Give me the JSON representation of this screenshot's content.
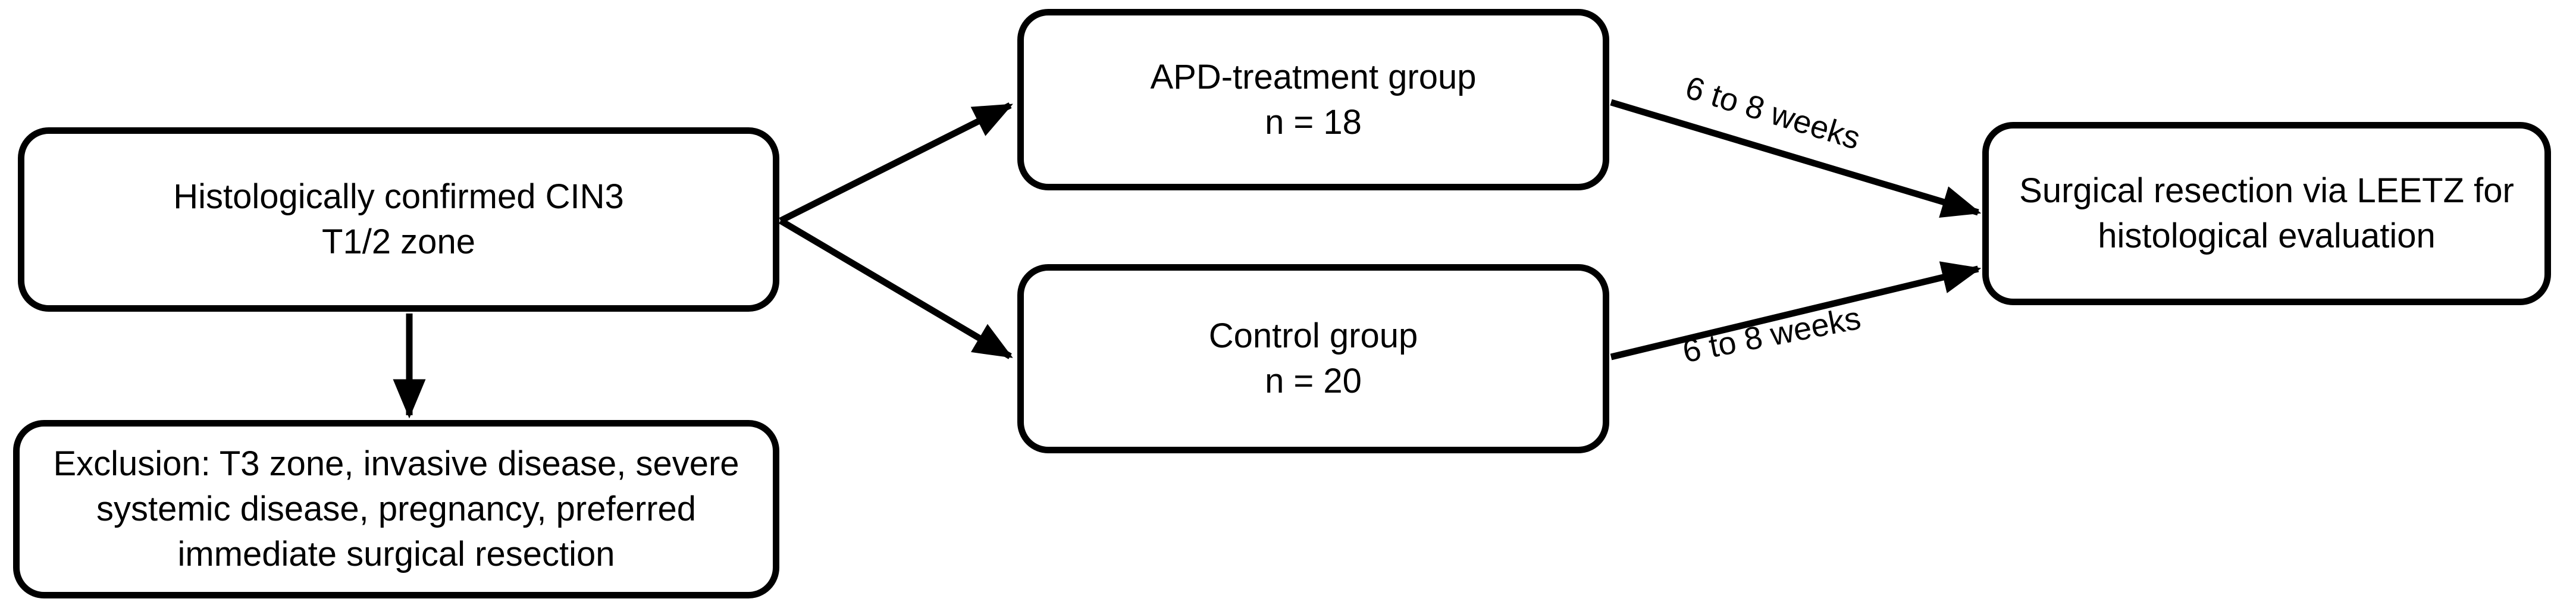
{
  "figure": {
    "type": "flowchart",
    "colors": {
      "stroke": "#000000",
      "text": "#000000",
      "background": "#ffffff"
    },
    "nodes": {
      "eligibility": {
        "lines": [
          "Histologically confirmed CIN3",
          "T1/2 zone"
        ]
      },
      "exclusion": {
        "lines": [
          "Exclusion: T3 zone, invasive disease, severe",
          "systemic disease, pregnancy, preferred",
          "immediate surgical resection"
        ]
      },
      "apd_group": {
        "lines": [
          "APD-treatment group",
          "n = 18"
        ]
      },
      "control_group": {
        "lines": [
          "Control group",
          "n = 20"
        ]
      },
      "outcome": {
        "lines": [
          "Surgical resection via LEETZ for",
          "histological evaluation"
        ]
      }
    },
    "connections": [
      {
        "from": "eligibility",
        "to": "apd_group",
        "label": ""
      },
      {
        "from": "eligibility",
        "to": "control_group",
        "label": ""
      },
      {
        "from": "eligibility",
        "to": "exclusion",
        "label": ""
      },
      {
        "from": "apd_group",
        "to": "outcome",
        "label": "6 to 8 weeks"
      },
      {
        "from": "control_group",
        "to": "outcome",
        "label": "6 to 8 weeks"
      }
    ]
  }
}
